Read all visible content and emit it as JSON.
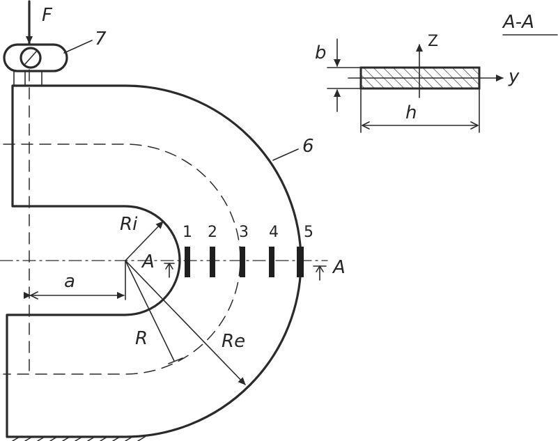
{
  "labels": {
    "force": "F",
    "gauge_id": "7",
    "specimen_id": "6",
    "section_title": "A-A",
    "dim_b": "b",
    "dim_h": "h",
    "axis_z": "Z",
    "axis_y": "y",
    "radius_inner": "Ri",
    "radius_outer": "Re",
    "radius_mean": "R",
    "dim_a": "a",
    "section_mark_left": "A",
    "section_mark_right": "A",
    "strain_gauges": [
      "1",
      "2",
      "3",
      "4",
      "5"
    ]
  },
  "colors": {
    "ink": "#2a2a2a",
    "hatch": "#3a3a3a",
    "background": "#ffffff"
  }
}
